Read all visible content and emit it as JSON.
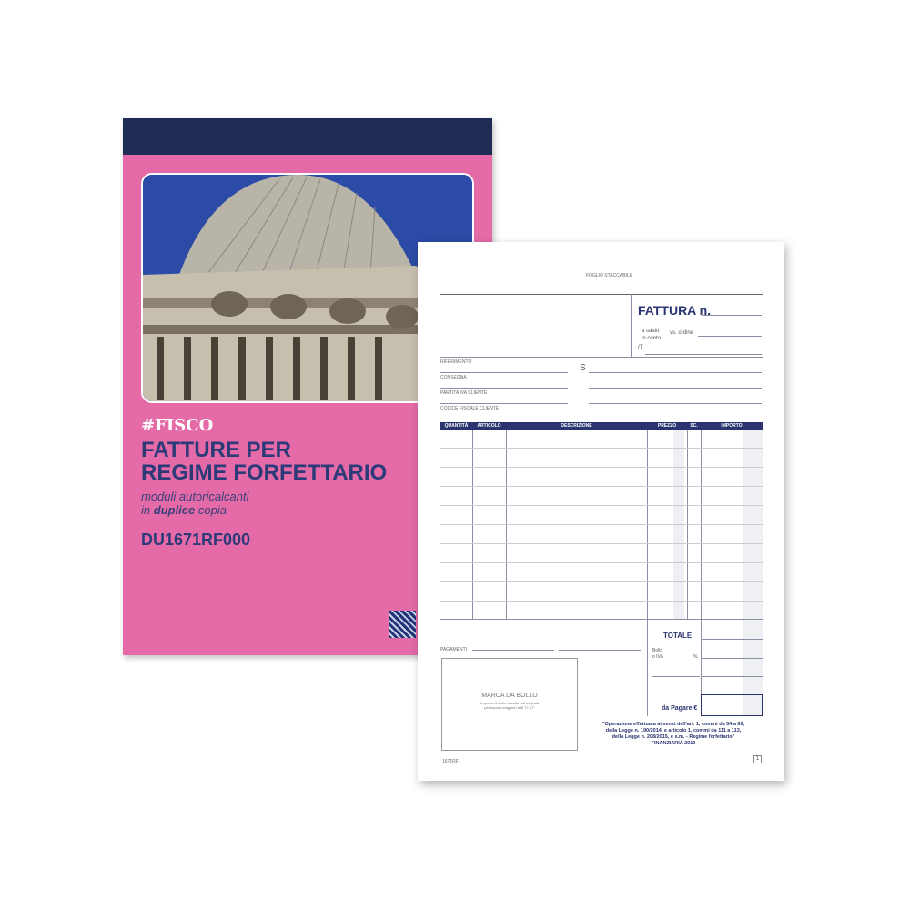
{
  "cover": {
    "brand": "#FISCO",
    "title_line1": "FATTURE PER",
    "title_line2": "REGIME FORFETTARIO",
    "subtitle_line1": "moduli autoricalcanti",
    "subtitle_in": "in ",
    "subtitle_bold": "duplice",
    "subtitle_end": " copia",
    "code": "DU1671RF000",
    "colors": {
      "pink": "#e46ba8",
      "navy": "#1f2c56",
      "text": "#2c3a78"
    }
  },
  "form": {
    "detach": "FOGLIO STACCABILE",
    "invoice_title": "FATTURA n.",
    "a_saldo": "a saldo",
    "in_conto": "in conto",
    "vs_ordine": "vs. ordine",
    "iva_label": "IT",
    "fields": [
      "RIFERIMENTO",
      "CONSEGNA",
      "PARTITA IVA CLIENTE",
      "CODICE FISCALE CLIENTE"
    ],
    "s_label": "S",
    "columns": [
      "QUANTITÀ",
      "ARTICOLO",
      "DESCRIZIONE",
      "PREZZO",
      "SC.",
      "IMPORTO"
    ],
    "totale": "TOTALE",
    "bollo_label": "Bollo",
    "iva_row": "o IVA",
    "percent": "%",
    "da_pagare": "da Pagare €",
    "pagamenti": "PAGAMENTI",
    "marca_title": "MARCA DA BOLLO",
    "marca_note1": "\"Imposta di bollo assolta sull'originale",
    "marca_note2": "per importi maggiori di € 77,47\"",
    "note_lines": [
      "\"Operazione effettuata ai sensi dell'art. 1, commi da 54 a 89,",
      "della Legge n. 190/2014, e articolo 1, commi da 111 a 113,",
      "della Legge n. 208/2015, e s.m. - Regime forfettario\"",
      "FINANZIARIA 2019"
    ],
    "footer_code": "1671RF",
    "page_number": "1"
  }
}
